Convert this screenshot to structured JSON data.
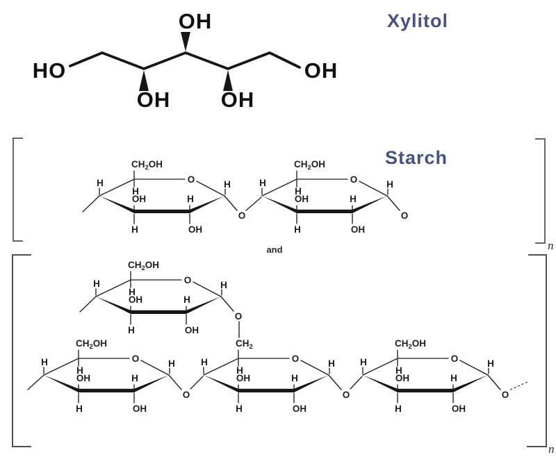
{
  "titles": {
    "xylitol": "Xylitol",
    "starch": "Starch"
  },
  "connector_word": "and",
  "repeat_subscript": "n",
  "atoms": {
    "ho": "HO",
    "oh": "OH",
    "o": "O",
    "h": "H",
    "ch": "CH",
    "sub2": "2"
  },
  "colors": {
    "title_blue": "#46537E",
    "structure_ink": "#1E1E1E",
    "bracket_gray": "#4F4F4F"
  }
}
